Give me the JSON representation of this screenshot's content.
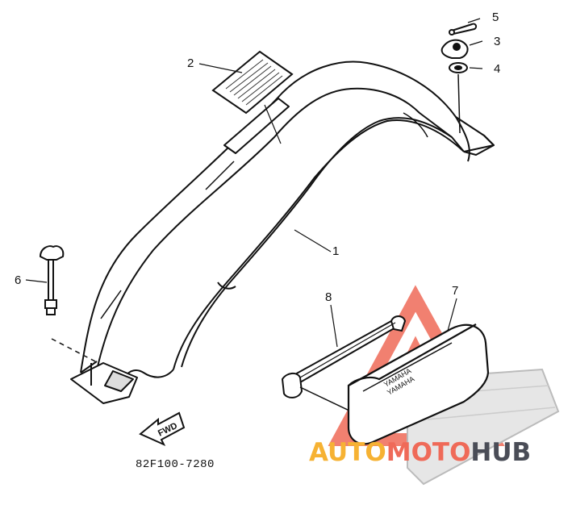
{
  "diagram": {
    "callouts": [
      {
        "id": "1",
        "label": "1"
      },
      {
        "id": "2",
        "label": "2"
      },
      {
        "id": "3",
        "label": "3"
      },
      {
        "id": "4",
        "label": "4"
      },
      {
        "id": "5",
        "label": "5"
      },
      {
        "id": "6",
        "label": "6"
      },
      {
        "id": "7",
        "label": "7"
      },
      {
        "id": "8",
        "label": "8"
      }
    ],
    "part_number": "82F100-7280",
    "fwd_label": "FWD",
    "toolbag_text": "YAMAHA"
  },
  "watermark": {
    "part1": "AUTO",
    "part2": "MOTO",
    "part3": "HUB",
    "colors": {
      "auto": "#f6b233",
      "moto": "#ef6a58",
      "hub": "#4a4d57"
    }
  }
}
